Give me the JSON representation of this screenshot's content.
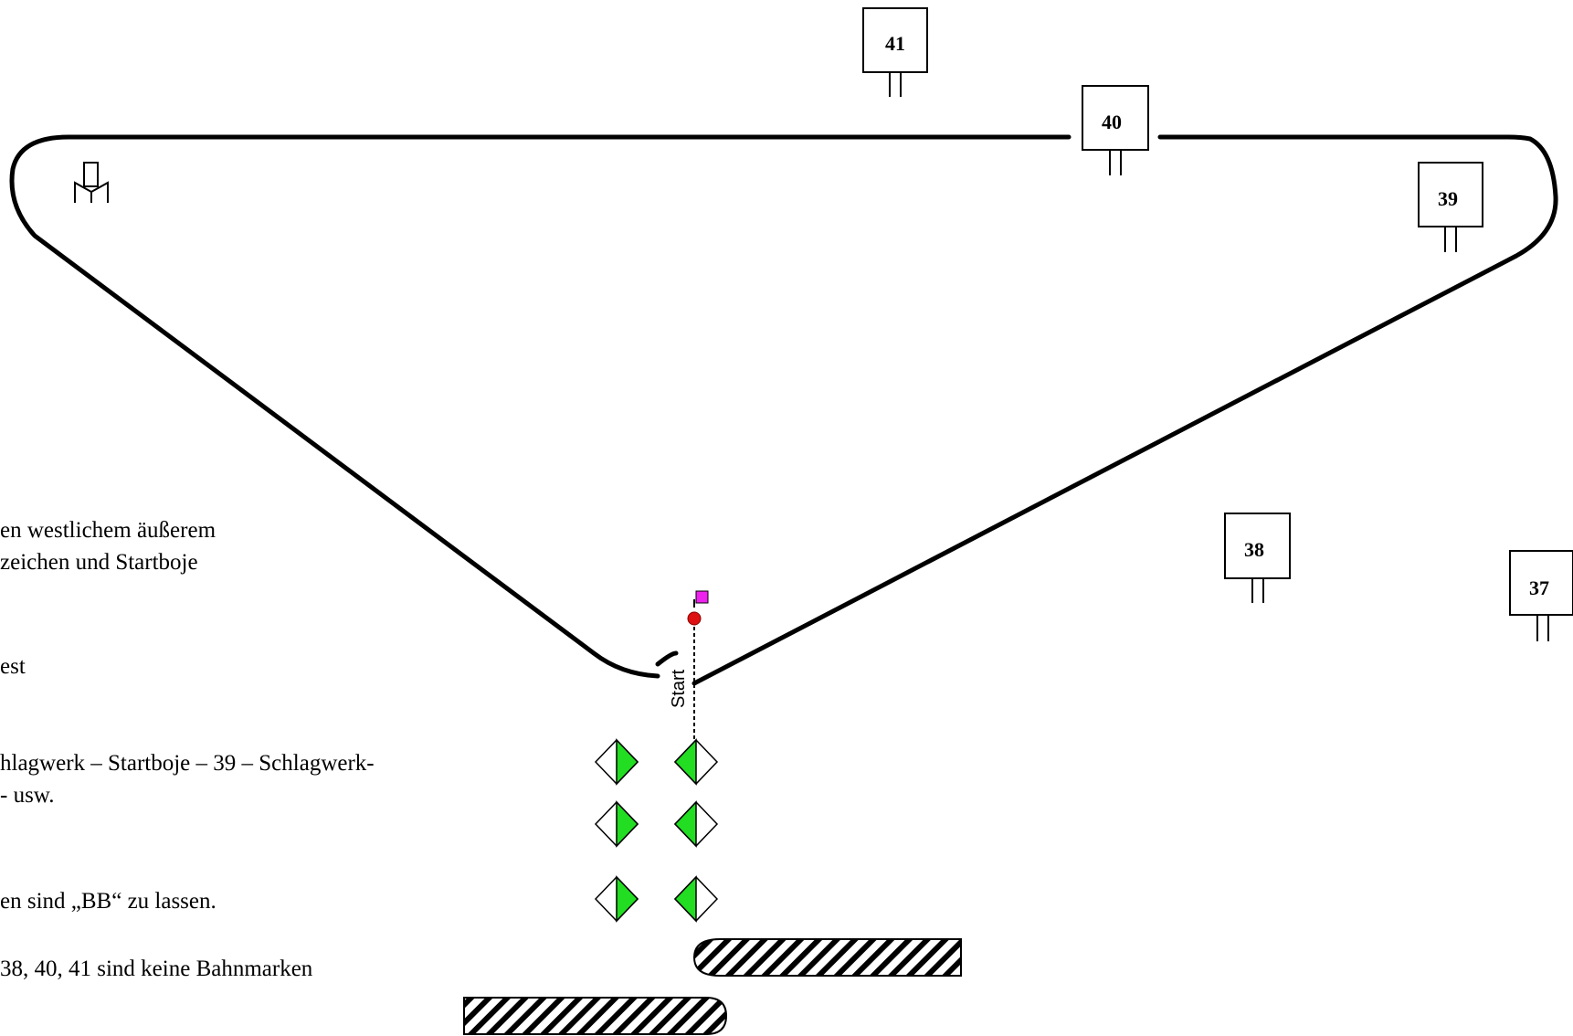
{
  "course": {
    "start_label": "Start",
    "marks": [
      {
        "id": "mark-41",
        "label": "41"
      },
      {
        "id": "mark-40",
        "label": "40"
      },
      {
        "id": "mark-39",
        "label": "39"
      },
      {
        "id": "mark-38",
        "label": "38"
      },
      {
        "id": "mark-37",
        "label": "37"
      }
    ],
    "colors": {
      "course_line": "#000000",
      "buoy_fill": "#22dd22",
      "flag": "#ee22ee",
      "start_buoy": "#dd1111"
    }
  },
  "notes": [
    {
      "id": "note-1a",
      "text": "en westlichem äußerem"
    },
    {
      "id": "note-1b",
      "text": "zeichen und Startboje"
    },
    {
      "id": "note-2",
      "text": "est"
    },
    {
      "id": "note-3a",
      "text": "hlagwerk – Startboje – 39 – Schlagwerk-"
    },
    {
      "id": "note-3b",
      "text": "- usw."
    },
    {
      "id": "note-4",
      "text": "en sind „BB“ zu lassen."
    },
    {
      "id": "note-5",
      "text": "38, 40, 41 sind keine Bahnmarken"
    }
  ]
}
